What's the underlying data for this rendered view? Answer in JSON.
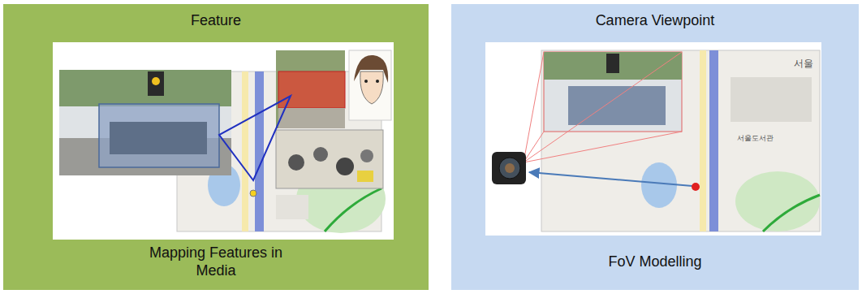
{
  "diagram": {
    "nodes": [
      {
        "text": [
          "Feature",
          "Mapping Features in Media"
        ]
      },
      {
        "text": [
          "Camera Viewpoint",
          "FoV Modelling"
        ]
      }
    ],
    "labels": [
      "서울",
      "서울도서관"
    ]
  }
}
